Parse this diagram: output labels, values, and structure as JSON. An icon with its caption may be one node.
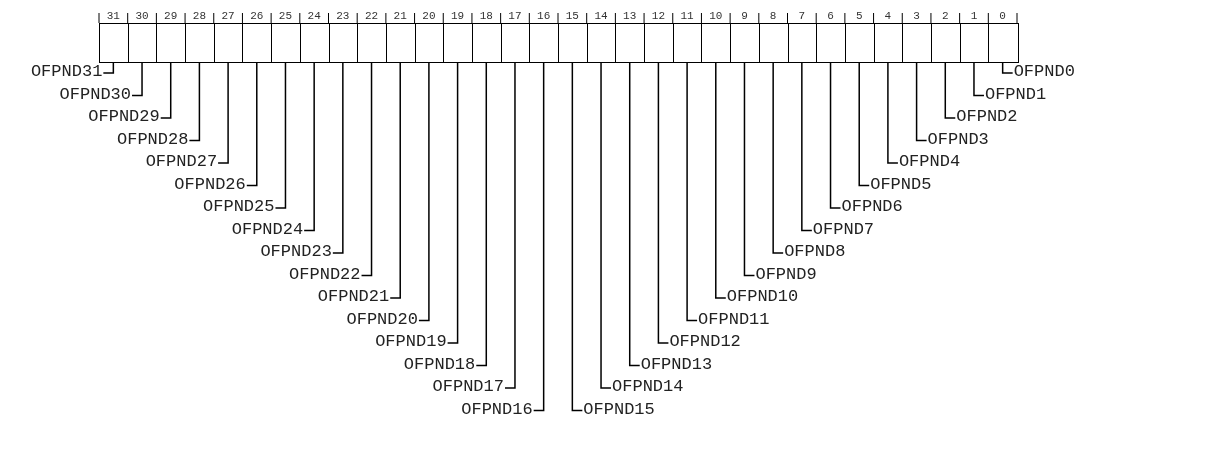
{
  "diagram": {
    "nodes": [
      {
        "text": [],
        "shape": "box"
      },
      {
        "text": [],
        "shape": "box"
      },
      {
        "text": [],
        "shape": "box"
      },
      {
        "text": [],
        "shape": "box"
      },
      {
        "text": [],
        "shape": "box"
      },
      {
        "text": [],
        "shape": "box"
      },
      {
        "text": [],
        "shape": "box"
      },
      {
        "text": [],
        "shape": "box"
      },
      {
        "text": [],
        "shape": "box"
      },
      {
        "text": [],
        "shape": "box"
      },
      {
        "text": [],
        "shape": "box"
      },
      {
        "text": [],
        "shape": "box"
      },
      {
        "text": [],
        "shape": "box"
      },
      {
        "text": [],
        "shape": "box"
      },
      {
        "text": [],
        "shape": "box"
      },
      {
        "text": [],
        "shape": "box"
      },
      {
        "text": [],
        "shape": "box"
      },
      {
        "text": [],
        "shape": "box"
      },
      {
        "text": [],
        "shape": "box"
      },
      {
        "text": [],
        "shape": "box"
      },
      {
        "text": [],
        "shape": "box"
      },
      {
        "text": [],
        "shape": "box"
      },
      {
        "text": [],
        "shape": "box"
      },
      {
        "text": [],
        "shape": "box"
      },
      {
        "text": [],
        "shape": "box"
      },
      {
        "text": [],
        "shape": "box"
      },
      {
        "text": [],
        "shape": "box"
      },
      {
        "text": [],
        "shape": "box"
      },
      {
        "text": [],
        "shape": "box"
      },
      {
        "text": [],
        "shape": "box"
      },
      {
        "text": [],
        "shape": "box"
      },
      {
        "text": [],
        "shape": "box"
      },
      {
        "text": [
          "OFPND31"
        ]
      },
      {
        "text": [
          "OFPND30"
        ]
      },
      {
        "text": [
          "OFPND29"
        ]
      },
      {
        "text": [
          "OFPND28"
        ]
      },
      {
        "text": [
          "OFPND27"
        ]
      },
      {
        "text": [
          "OFPND26"
        ]
      },
      {
        "text": [
          "OFPND25"
        ]
      },
      {
        "text": [
          "OFPND24"
        ]
      },
      {
        "text": [
          "OFPND23"
        ]
      },
      {
        "text": [
          "OFPND22"
        ]
      },
      {
        "text": [
          "OFPND21"
        ]
      },
      {
        "text": [
          "OFPND20"
        ]
      },
      {
        "text": [
          "OFPND19"
        ]
      },
      {
        "text": [
          "OFPND18"
        ]
      },
      {
        "text": [
          "OFPND17"
        ]
      },
      {
        "text": [
          "OFPND16"
        ]
      },
      {
        "text": [
          "OFPND15"
        ]
      },
      {
        "text": [
          "OFPND14"
        ]
      },
      {
        "text": [
          "OFPND13"
        ]
      },
      {
        "text": [
          "OFPND12"
        ]
      },
      {
        "text": [
          "OFPND11"
        ]
      },
      {
        "text": [
          "OFPND10"
        ]
      },
      {
        "text": [
          "OFPND9"
        ]
      },
      {
        "text": [
          "OFPND8"
        ]
      },
      {
        "text": [
          "OFPND7"
        ]
      },
      {
        "text": [
          "OFPND6"
        ]
      },
      {
        "text": [
          "OFPND5"
        ]
      },
      {
        "text": [
          "OFPND4"
        ]
      },
      {
        "text": [
          "OFPND3"
        ]
      },
      {
        "text": [
          "OFPND2"
        ]
      },
      {
        "text": [
          "OFPND1"
        ]
      },
      {
        "text": [
          "OFPND0"
        ]
      }
    ],
    "edges": [
      {
        "from": 32,
        "to": 0,
        "arrow": "none"
      },
      {
        "from": 33,
        "to": 1,
        "arrow": "none"
      },
      {
        "from": 34,
        "to": 2,
        "arrow": "none"
      },
      {
        "from": 35,
        "to": 3,
        "arrow": "none"
      },
      {
        "from": 36,
        "to": 4,
        "arrow": "none"
      },
      {
        "from": 37,
        "to": 5,
        "arrow": "none"
      },
      {
        "from": 38,
        "to": 6,
        "arrow": "none"
      },
      {
        "from": 39,
        "to": 7,
        "arrow": "none"
      },
      {
        "from": 40,
        "to": 8,
        "arrow": "none"
      },
      {
        "from": 41,
        "to": 9,
        "arrow": "none"
      },
      {
        "from": 42,
        "to": 10,
        "arrow": "none"
      },
      {
        "from": 43,
        "to": 11,
        "arrow": "none"
      },
      {
        "from": 44,
        "to": 12,
        "arrow": "none"
      },
      {
        "from": 45,
        "to": 13,
        "arrow": "none"
      },
      {
        "from": 46,
        "to": 14,
        "arrow": "none"
      },
      {
        "from": 47,
        "to": 15,
        "arrow": "none"
      },
      {
        "from": 48,
        "to": 16,
        "arrow": "none"
      },
      {
        "from": 49,
        "to": 17,
        "arrow": "none"
      },
      {
        "from": 50,
        "to": 18,
        "arrow": "none"
      },
      {
        "from": 51,
        "to": 19,
        "arrow": "none"
      },
      {
        "from": 52,
        "to": 20,
        "arrow": "none"
      },
      {
        "from": 53,
        "to": 21,
        "arrow": "none"
      },
      {
        "from": 54,
        "to": 22,
        "arrow": "none"
      },
      {
        "from": 55,
        "to": 23,
        "arrow": "none"
      },
      {
        "from": 56,
        "to": 24,
        "arrow": "none"
      },
      {
        "from": 57,
        "to": 25,
        "arrow": "none"
      },
      {
        "from": 58,
        "to": 26,
        "arrow": "none"
      },
      {
        "from": 59,
        "to": 27,
        "arrow": "none"
      },
      {
        "from": 60,
        "to": 28,
        "arrow": "none"
      },
      {
        "from": 61,
        "to": 29,
        "arrow": "none"
      },
      {
        "from": 62,
        "to": 30,
        "arrow": "none"
      },
      {
        "from": 63,
        "to": 31,
        "arrow": "none"
      }
    ],
    "labels": [
      "31",
      "30",
      "29",
      "28",
      "27",
      "26",
      "25",
      "24",
      "23",
      "22",
      "21",
      "20",
      "19",
      "18",
      "17",
      "16",
      "15",
      "14",
      "13",
      "12",
      "11",
      "10",
      "9",
      "8",
      "7",
      "6",
      "5",
      "4",
      "3",
      "2",
      "1",
      "0"
    ]
  }
}
